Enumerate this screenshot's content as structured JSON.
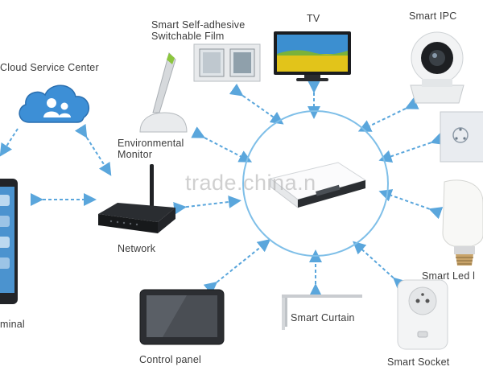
{
  "labels": {
    "cloud": "Cloud Service Center",
    "film_line1": "Smart Self-adhesive",
    "film_line2": "Switchable Film",
    "tv": "TV",
    "ipc": "Smart IPC",
    "env_line1": "Environmental",
    "env_line2": "Monitor",
    "network": "Network",
    "terminal": "minal",
    "led": "Smart Led l",
    "control_panel": "Control panel",
    "curtain": "Smart Curtain",
    "socket": "Smart Socket"
  },
  "watermark": "trade.china.n",
  "colors": {
    "arrow": "#5aa6dc",
    "hub_ring": "#7fbfe8",
    "cloud": "#3d8fd6"
  },
  "icons": [
    "cloud-icon",
    "film-panels-icon",
    "tv-icon",
    "ip-camera-icon",
    "environmental-monitor-icon",
    "router-icon",
    "smartphone-icon",
    "wall-switch-icon",
    "led-bulb-icon",
    "control-panel-tablet-icon",
    "curtain-track-icon",
    "smart-socket-icon",
    "gateway-hub-icon"
  ]
}
